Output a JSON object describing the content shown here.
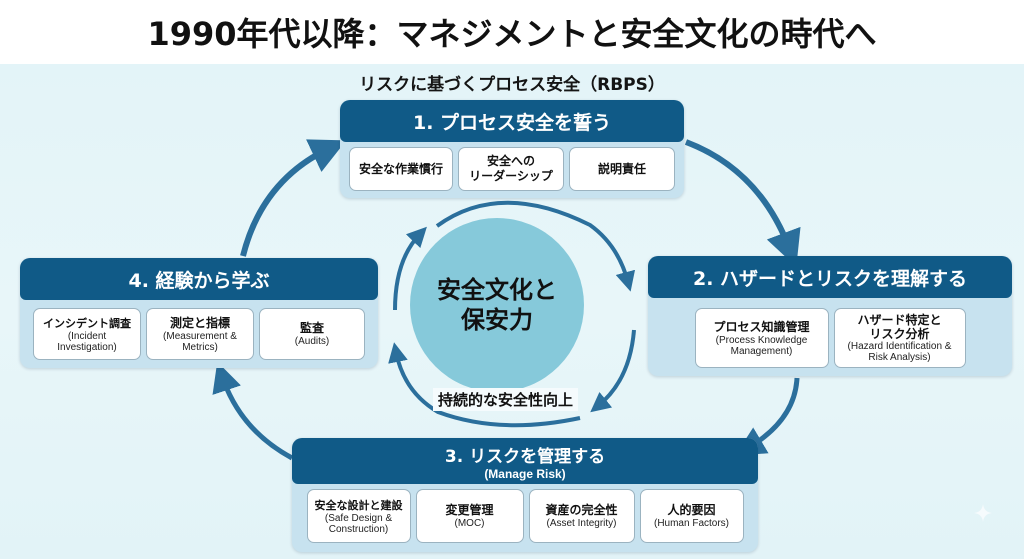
{
  "title": "1990年代以降：マネジメントと安全文化の時代へ",
  "subtitle": "リスクに基づくプロセス安全（RBPS）",
  "colors": {
    "header_fill": "#105a87",
    "stage_fill": "#c7e2ef",
    "arrow": "#2b6f9c",
    "circle_fill": "#86c9da",
    "background": "#e3f4f8"
  },
  "center": {
    "label": "安全文化と\n保安力",
    "cycle_label": "持続的な安全性向上"
  },
  "stages": [
    {
      "title": "1. プロセス安全を誓う",
      "items": [
        {
          "jp": "安全な作業慣行",
          "en": ""
        },
        {
          "jp": "安全への\nリーダーシップ",
          "en": ""
        },
        {
          "jp": "説明責任",
          "en": ""
        }
      ]
    },
    {
      "title": "2. ハザードとリスクを理解する",
      "items": [
        {
          "jp": "プロセス知識管理",
          "en": "(Process Knowledge Management)"
        },
        {
          "jp": "ハザード特定と\nリスク分析",
          "en": "(Hazard Identification & Risk Analysis)"
        }
      ]
    },
    {
      "title": "3. リスクを管理する",
      "subtitle": "(Manage Risk)",
      "items": [
        {
          "jp": "安全な設計と建設",
          "en": "(Safe Design & Construction)"
        },
        {
          "jp": "変更管理",
          "en": "(MOC)"
        },
        {
          "jp": "資産の完全性",
          "en": "(Asset Integrity)"
        },
        {
          "jp": "人的要因",
          "en": "(Human Factors)"
        }
      ]
    },
    {
      "title": "4. 経験から学ぶ",
      "items": [
        {
          "jp": "インシデント調査",
          "en": "(Incident Investigation)"
        },
        {
          "jp": "測定と指標",
          "en": "(Measurement & Metrics)"
        },
        {
          "jp": "監査",
          "en": "(Audits)"
        }
      ]
    }
  ]
}
